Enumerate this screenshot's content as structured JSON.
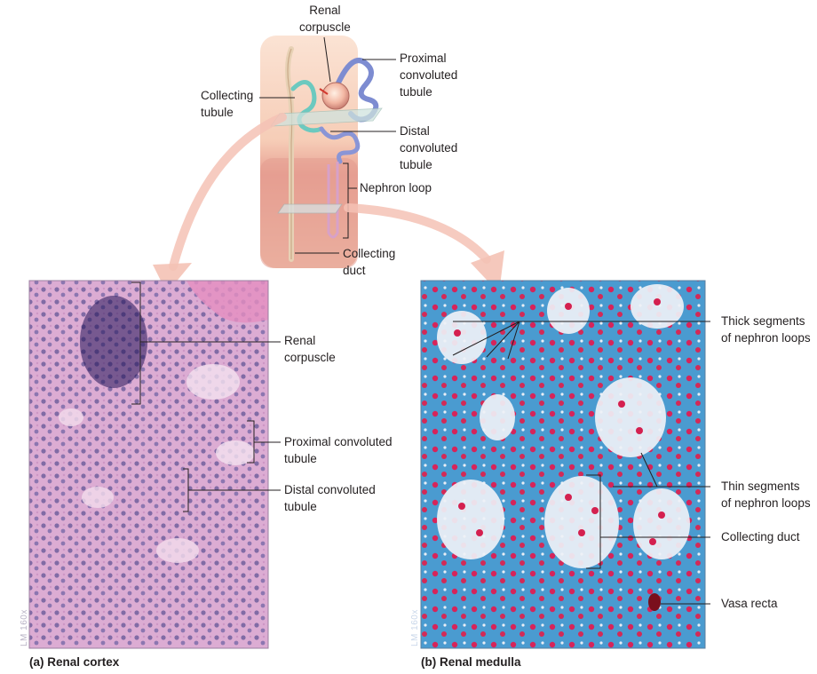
{
  "nephron_labels": {
    "renal_corpuscle": [
      "Renal",
      "corpuscle"
    ],
    "proximal_convoluted_tubule": [
      "Proximal",
      "convoluted",
      "tubule"
    ],
    "collecting_tubule": [
      "Collecting",
      "tubule"
    ],
    "distal_convoluted_tubule": [
      "Distal",
      "convoluted",
      "tubule"
    ],
    "nephron_loop": "Nephron loop",
    "collecting_duct": [
      "Collecting",
      "duct"
    ]
  },
  "cortex_panel": {
    "caption": "(a) Renal cortex",
    "magnification": "LM 160x",
    "labels": {
      "renal_corpuscle": [
        "Renal",
        "corpuscle"
      ],
      "proximal_convoluted_tubule": [
        "Proximal convoluted",
        "tubule"
      ],
      "distal_convoluted_tubule": [
        "Distal convoluted",
        "tubule"
      ]
    }
  },
  "medulla_panel": {
    "caption": "(b) Renal medulla",
    "magnification": "LM 160x",
    "labels": {
      "thick_segments": [
        "Thick segments",
        "of nephron loops"
      ],
      "thin_segments": [
        "Thin segments",
        "of nephron loops"
      ],
      "collecting_duct": "Collecting duct",
      "vasa_recta": "Vasa recta"
    }
  },
  "colors": {
    "cortex_bg": "#d9a7cf",
    "cortex_nuclei": "#4a3a78",
    "medulla_stroma": "#3f93c8",
    "medulla_nuclei": "#d4204f",
    "arrow": "#f4c2b5",
    "proximal_tubule": "#7d8cd1",
    "collecting_tubule": "#6cc9bf"
  }
}
